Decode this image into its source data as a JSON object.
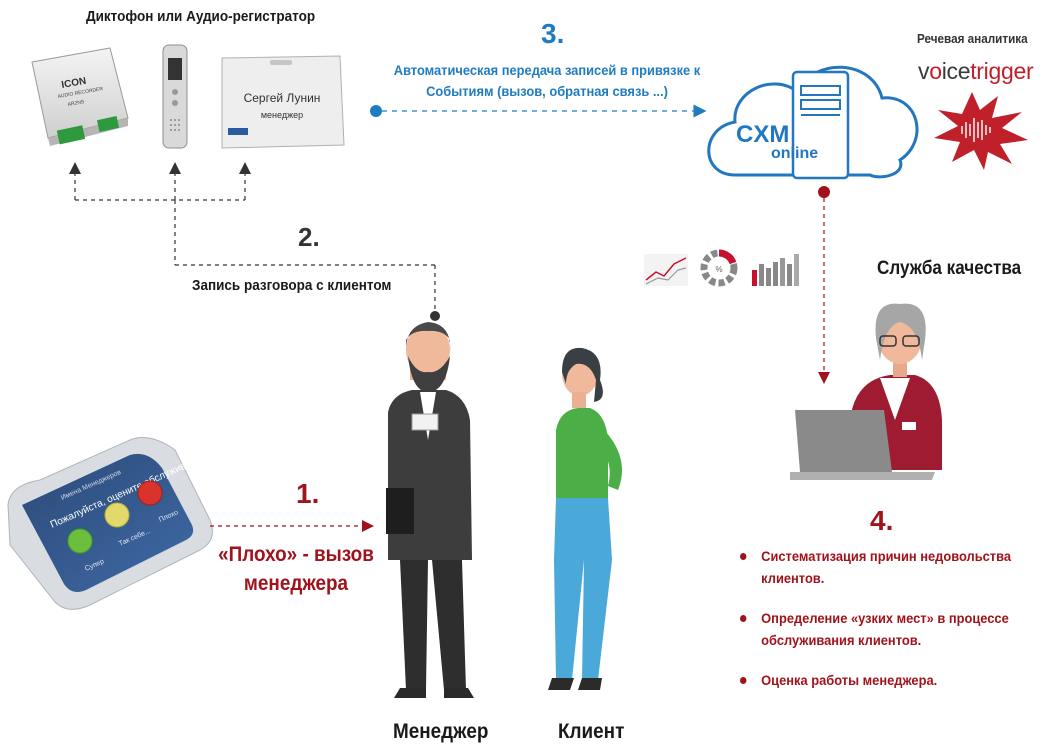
{
  "devices": {
    "title": "Диктофон или Аудио-регистратор",
    "icon_device": {
      "brand": "ICON",
      "line1": "AUDIO RECORDER",
      "line2": "AR2NS"
    },
    "badge": {
      "name": "Сергей Лунин",
      "role": "менеджер"
    }
  },
  "step3": {
    "number": "3.",
    "text": "Автоматическая передача записей в привязке к Событиям (вызов, обратная связь ...)"
  },
  "cloud": {
    "line1": "CXM",
    "line2": "online"
  },
  "analytics": {
    "label": "Речевая аналитика",
    "logo_prefix": "v",
    "logo_o": "o",
    "logo_mid": "ice",
    "logo_suffix": "trigger"
  },
  "step2": {
    "number": "2.",
    "text": "Запись разговора с клиентом"
  },
  "quality": {
    "title": "Служба качества"
  },
  "step1": {
    "number": "1.",
    "text": "«Плохо» - вызов менеджера"
  },
  "feedback_device": {
    "header": "Имена Менеджеров",
    "prompt": "Пожалуйста, оцените обслуживание!",
    "btn_good": "Супер",
    "btn_mid": "Так себе...",
    "btn_bad": "Плохо"
  },
  "step4": {
    "number": "4.",
    "items": [
      "Систематизация причин недовольства клиентов.",
      "Определение «узких мест» в процессе обслуживания клиентов.",
      "Оценка работы менеджера."
    ]
  },
  "people": {
    "manager": "Менеджер",
    "client": "Клиент"
  },
  "colors": {
    "blue": "#1f7cc1",
    "red": "#a0131c",
    "dark": "#333333"
  }
}
